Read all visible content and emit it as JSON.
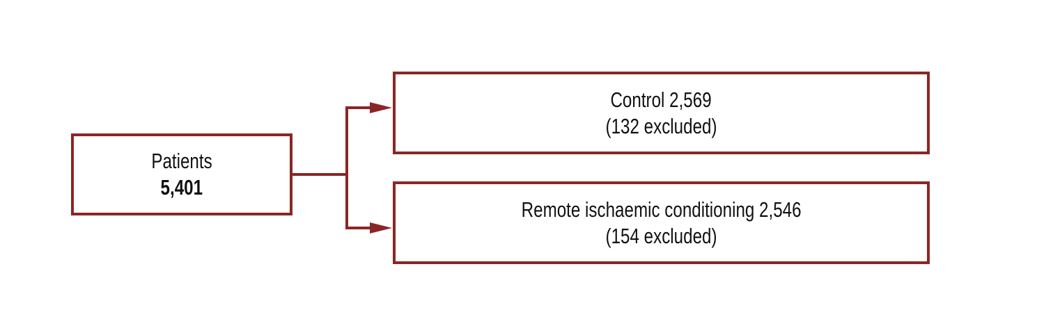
{
  "colors": {
    "accent": "#8b2626"
  },
  "patients": {
    "label": "Patients",
    "count": "5,401"
  },
  "control": {
    "label": "Control 2,569",
    "excluded": "(132 excluded)"
  },
  "ric": {
    "label": "Remote ischaemic conditioning 2,546",
    "excluded": "(154 excluded)"
  }
}
